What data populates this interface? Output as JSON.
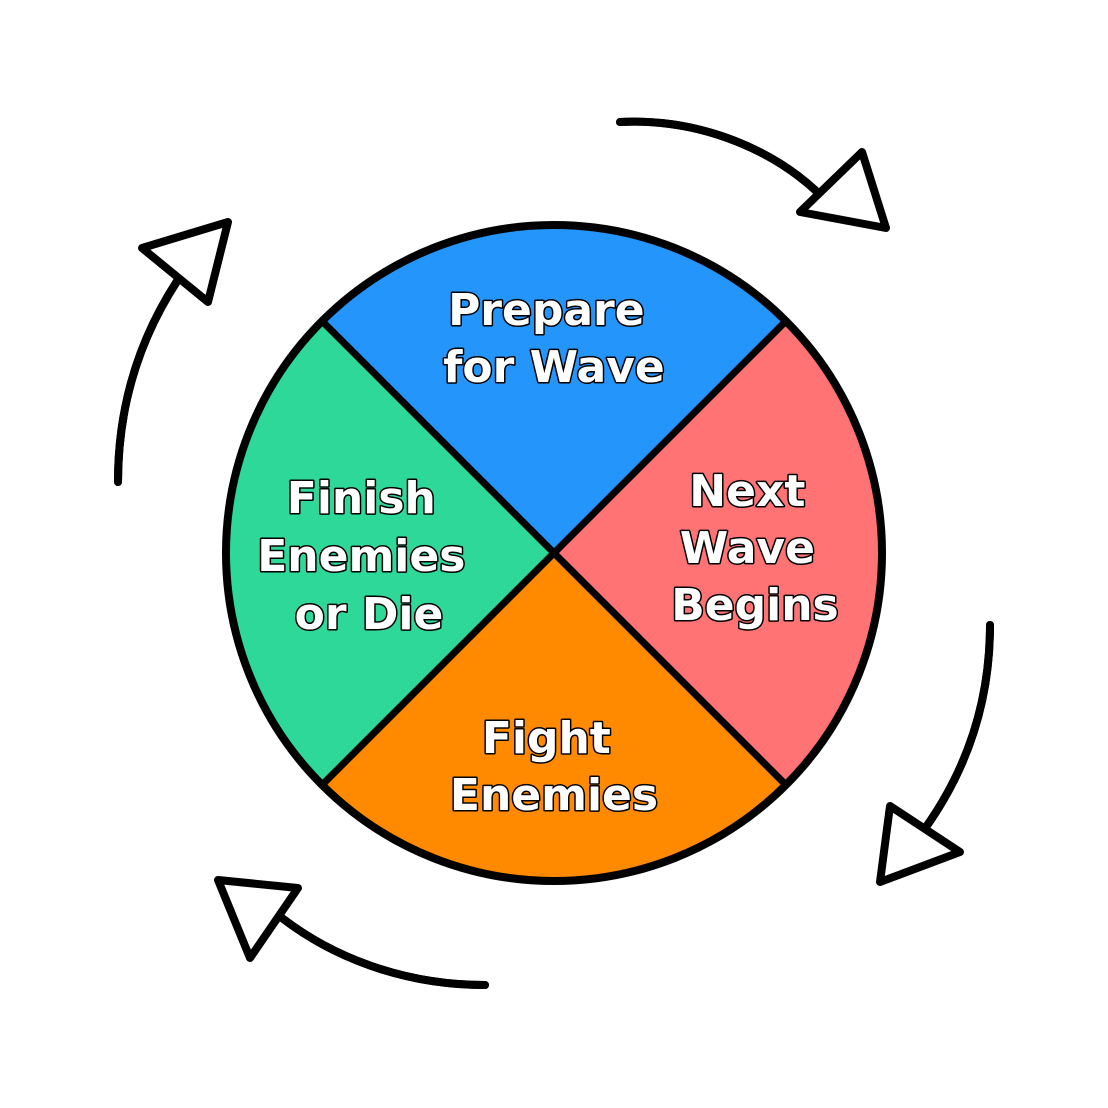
{
  "segments": [
    {
      "id": "prepare",
      "lines": [
        "Prepare",
        "for Wave"
      ],
      "color": "#2495FB"
    },
    {
      "id": "next-wave",
      "lines": [
        "Next",
        "Wave",
        "Begins"
      ],
      "color": "#FF7375"
    },
    {
      "id": "fight",
      "lines": [
        "Fight",
        "Enemies"
      ],
      "color": "#FF8A00"
    },
    {
      "id": "finish",
      "lines": [
        "Finish",
        "Enemies",
        "or Die"
      ],
      "color": "#2ED899"
    }
  ],
  "arrows": [
    {
      "id": "top-right",
      "direction": "clockwise"
    },
    {
      "id": "bottom-right",
      "direction": "clockwise"
    },
    {
      "id": "bottom-left",
      "direction": "clockwise"
    },
    {
      "id": "top-left",
      "direction": "clockwise"
    }
  ]
}
